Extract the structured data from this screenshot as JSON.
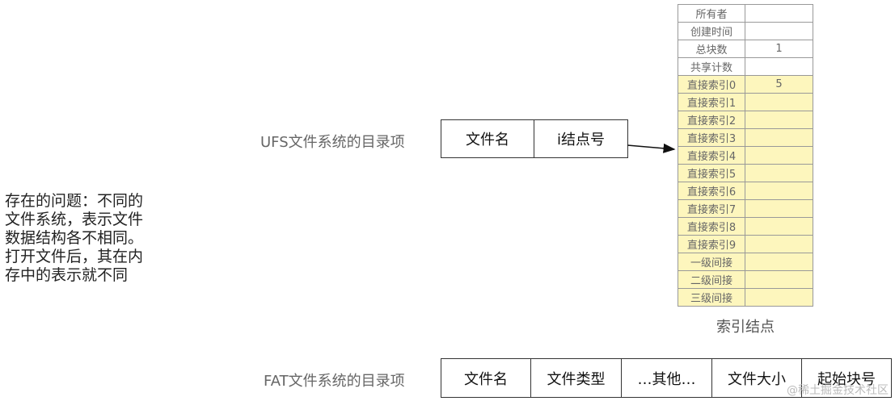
{
  "left_note": {
    "lines": [
      "存在的问题：不同的",
      "文件系统，表示文件",
      "数据结构各不相同。",
      "打开文件后，其在内",
      "存中的表示就不同"
    ]
  },
  "ufs": {
    "label": "UFS文件系统的目录项",
    "cells": [
      "文件名",
      "i结点号"
    ]
  },
  "fat": {
    "label": "FAT文件系统的目录项",
    "cells": [
      "文件名",
      "文件类型",
      "…其他…",
      "文件大小",
      "起始块号"
    ]
  },
  "inode": {
    "caption": "索引结点",
    "rows": [
      {
        "key": "所有者",
        "value": ""
      },
      {
        "key": "创建时间",
        "value": ""
      },
      {
        "key": "总块数",
        "value": "1"
      },
      {
        "key": "共享计数",
        "value": ""
      },
      {
        "key": "直接索引0",
        "value": "5"
      },
      {
        "key": "直接索引1",
        "value": ""
      },
      {
        "key": "直接索引2",
        "value": ""
      },
      {
        "key": "直接索引3",
        "value": ""
      },
      {
        "key": "直接索引4",
        "value": ""
      },
      {
        "key": "直接索引5",
        "value": ""
      },
      {
        "key": "直接索引6",
        "value": ""
      },
      {
        "key": "直接索引7",
        "value": ""
      },
      {
        "key": "直接索引8",
        "value": ""
      },
      {
        "key": "直接索引9",
        "value": ""
      },
      {
        "key": "一级间接",
        "value": ""
      },
      {
        "key": "二级间接",
        "value": ""
      },
      {
        "key": "三级间接",
        "value": ""
      }
    ],
    "highlight_color": "#fdf6bd"
  },
  "watermark": "@稀土掘金技术社区"
}
